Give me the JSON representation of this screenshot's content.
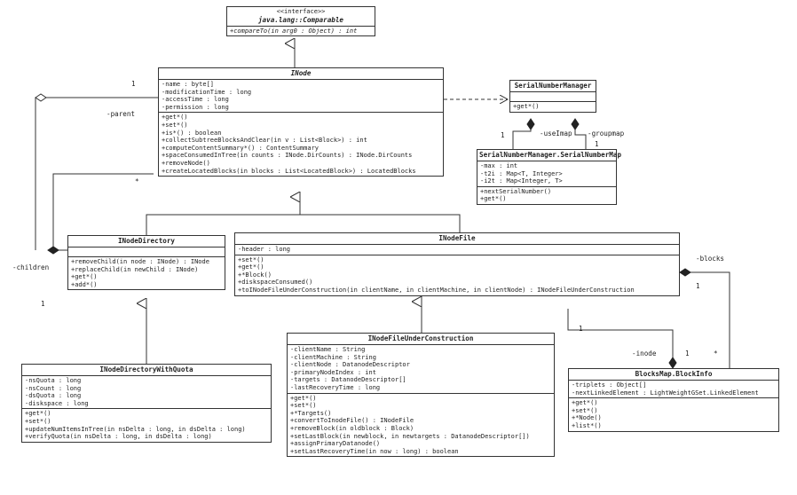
{
  "comparable": {
    "stereotype": "<<interface>>",
    "name": "java.lang::Comparable",
    "operations": [
      "+compareTo(in arg0 : Object) : int"
    ]
  },
  "inode": {
    "name": "INode",
    "attributes": [
      "-name : byte[]",
      "-modificationTime : long",
      "-accessTime : long",
      "-permission : long"
    ],
    "operations": [
      "+get*()",
      "+set*()",
      "+is*() : boolean",
      "+collectSubtreeBlocksAndClear(in v : List<Block>) : int",
      "+computeContentSummary*() : ContentSummary",
      "+spaceConsumedInTree(in counts : INode.DirCounts) : INode.DirCounts",
      "+removeNode()",
      "+createLocatedBlocks(in blocks : List<LocatedBlock>) : LocatedBlocks"
    ]
  },
  "serial_manager": {
    "name": "SerialNumberManager",
    "attributes": [],
    "operations": [
      "+get*()"
    ]
  },
  "serial_map": {
    "name": "SerialNumberManager.SerialNumberMap",
    "attributes": [
      "-max : int",
      "-t2i : Map<T, Integer>",
      "-i2t : Map<Integer, T>"
    ],
    "operations": [
      "+nextSerialNumber()",
      "+get*()"
    ]
  },
  "inode_directory": {
    "name": "INodeDirectory",
    "attributes": [],
    "operations": [
      "+removeChild(in node : INode) : INode",
      "+replaceChild(in newChild : INode)",
      "+get*()",
      "+add*()"
    ]
  },
  "inode_file": {
    "name": "INodeFile",
    "attributes": [
      "-header : long"
    ],
    "operations": [
      "+set*()",
      "+get*()",
      "+*Block()",
      "+diskspaceConsumed()",
      "+toINodeFileUnderConstruction(in clientName, in clientMachine, in clientNode) : INodeFileUnderConstruction"
    ]
  },
  "inode_dir_quota": {
    "name": "INodeDirectoryWithQuota",
    "attributes": [
      "-nsQuota : long",
      "-nsCount : long",
      "-dsQuota : long",
      "-diskspace : long"
    ],
    "operations": [
      "+get*()",
      "+set*()",
      "+updateNumItemsInTree(in nsDelta : long, in dsDelta : long)",
      "+verifyQuota(in nsDelta : long, in dsDelta : long)"
    ]
  },
  "inode_file_uc": {
    "name": "INodeFileUnderConstruction",
    "attributes": [
      "-clientName : String",
      "-clientMachine : String",
      "-clientNode : DatanodeDescriptor",
      "-primaryNodeIndex : int",
      "-targets : DatanodeDescriptor[]",
      "-lastRecoveryTime : long"
    ],
    "operations": [
      "+get*()",
      "+set*()",
      "+*Targets()",
      "+convertToInodeFile() : INodeFile",
      "+removeBlock(in oldblock : Block)",
      "+setLastBlock(in newblock, in newtargets : DatanodeDescriptor[])",
      "+assignPrimaryDatanode()",
      "+setLastRecoveryTime(in now : long) : boolean"
    ]
  },
  "block_info": {
    "name": "BlocksMap.BlockInfo",
    "attributes": [
      "-triplets : Object[]",
      "-nextLinkedElement : LightWeightGSet.LinkedElement"
    ],
    "operations": [
      "+get*()",
      "+set*()",
      "+*Node()",
      "+list*()"
    ]
  },
  "edge_labels": {
    "parent": "-parent",
    "parent_mult": "1",
    "children": "-children",
    "children_mult": "1",
    "star": "*",
    "usemap": "-useImap",
    "groupmap": "-groupmap",
    "one_a": "1",
    "one_b": "1",
    "blocks": "-blocks",
    "blocks_one": "1",
    "inode": "-inode",
    "inode_one": "1",
    "bi_one": "1",
    "bi_star": "*"
  }
}
